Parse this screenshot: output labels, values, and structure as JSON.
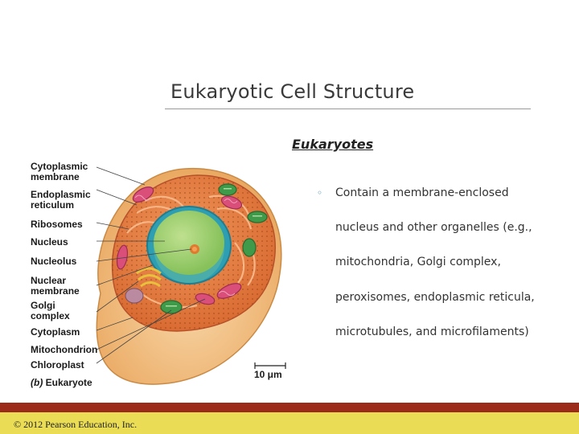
{
  "slide": {
    "title": "Eukaryotic Cell Structure",
    "subheading": "Eukaryotes",
    "bullet_marker": "◦",
    "bullet_lines": [
      "Contain a membrane-enclosed",
      "nucleus and other organelles (e.g.,",
      "mitochondria, Golgi complex,",
      "peroxisomes, endoplasmic reticula,",
      "microtubules, and microfilaments)"
    ]
  },
  "figure": {
    "labels": {
      "cytoplasmic_membrane_1": "Cytoplasmic",
      "cytoplasmic_membrane_2": "membrane",
      "endoplasmic_reticulum_1": "Endoplasmic",
      "endoplasmic_reticulum_2": "reticulum",
      "ribosomes": "Ribosomes",
      "nucleus": "Nucleus",
      "nucleolus": "Nucleolus",
      "nuclear_membrane_1": "Nuclear",
      "nuclear_membrane_2": "membrane",
      "golgi_complex_1": "Golgi",
      "golgi_complex_2": "complex",
      "cytoplasm": "Cytoplasm",
      "mitochondrion": "Mitochondrion",
      "chloroplast": "Chloroplast",
      "caption_letter": "(b)",
      "caption": "Eukaryote"
    },
    "scale_bar": "10 μm",
    "colors": {
      "cytoplasm": "#e8834a",
      "outer_rim": "#f3c187",
      "nucleus": "#9ccf6a",
      "nuclear_envelope": "#4fb3c4",
      "mitochondria": "#d94f7a",
      "chloroplast": "#3f9a4a"
    }
  },
  "footer": {
    "copyright": "© 2012 Pearson Education, Inc.",
    "bar_red": "#9c2a1b",
    "bar_yellow": "#eadc54"
  }
}
